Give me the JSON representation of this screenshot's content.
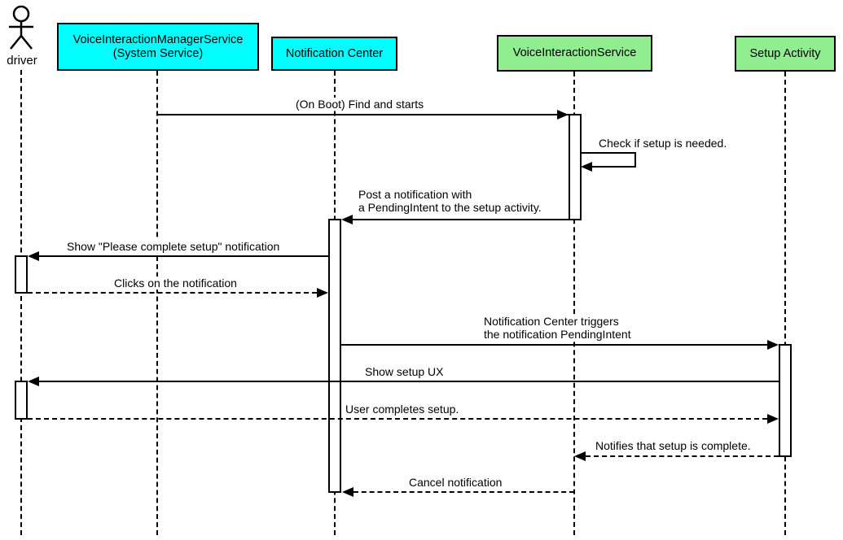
{
  "diagram_type": "uml-sequence-diagram",
  "colors": {
    "participant_cyan": "#00FFFF",
    "participant_green": "#90EE90",
    "line": "#000000",
    "background": "#FFFFFF"
  },
  "actor": {
    "label": "driver"
  },
  "participants": [
    {
      "label": "VoiceInteractionManagerService\n(System Service)",
      "fill": "#00FFFF"
    },
    {
      "label": "Notification Center",
      "fill": "#00FFFF"
    },
    {
      "label": "VoiceInteractionService",
      "fill": "#90EE90"
    },
    {
      "label": "Setup Activity",
      "fill": "#90EE90"
    }
  ],
  "messages": {
    "on_boot": {
      "from": "VoiceInteractionManagerService (System Service)",
      "to": "VoiceInteractionService",
      "style": "solid",
      "label": "(On Boot) Find and starts"
    },
    "check_setup": {
      "from": "VoiceInteractionService",
      "to": "VoiceInteractionService",
      "style": "solid",
      "label": "Check if setup is needed."
    },
    "post_notification": {
      "from": "VoiceInteractionService",
      "to": "Notification Center",
      "style": "solid",
      "label": "Post a notification with\na PendingIntent to the setup activity."
    },
    "show_notification": {
      "from": "Notification Center",
      "to": "driver",
      "style": "solid",
      "label": "Show \"Please complete setup\" notification"
    },
    "click_notification": {
      "from": "driver",
      "to": "Notification Center",
      "style": "dashed",
      "label": "Clicks on the notification"
    },
    "trigger_pendingintent": {
      "from": "Notification Center",
      "to": "Setup Activity",
      "style": "solid",
      "label": "Notification Center triggers\nthe notification PendingIntent"
    },
    "show_setup_ux": {
      "from": "Setup Activity",
      "to": "driver",
      "style": "solid",
      "label": "Show setup UX"
    },
    "user_completes": {
      "from": "driver",
      "to": "Setup Activity",
      "style": "dashed",
      "label": "User completes setup."
    },
    "notify_complete": {
      "from": "Setup Activity",
      "to": "VoiceInteractionService",
      "style": "dashed",
      "label": "Notifies that setup is complete."
    },
    "cancel_notification": {
      "from": "VoiceInteractionService",
      "to": "Notification Center",
      "style": "dashed",
      "label": "Cancel notification"
    }
  }
}
